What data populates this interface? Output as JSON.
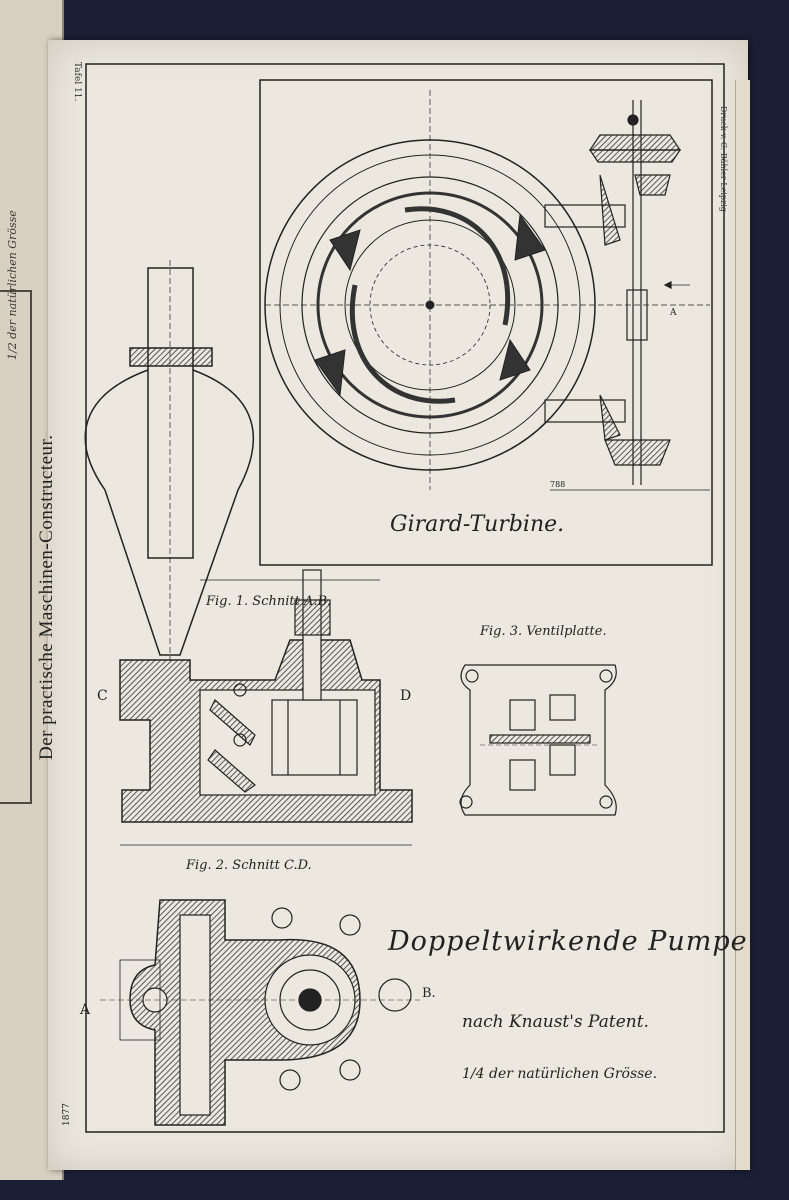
{
  "plate": {
    "series_title": "Der practische Maschinen-Constructeur.",
    "tafel": "Tafel 11.",
    "printer": "Druck v. C. Bähler Leipzig",
    "page_mark": "1877"
  },
  "turbine": {
    "title": "Girard-Turbine.",
    "label_a": "A",
    "dim_bottom": "788"
  },
  "pump": {
    "fig1_title": "Fig. 1. Schnitt A.B.",
    "fig2_title": "Fig. 2. Schnitt C.D.",
    "fig3_title": "Fig. 3. Ventilplatte.",
    "label_c": "C",
    "label_d": "D",
    "label_a": "A",
    "label_b": "B.",
    "main_title": "Doppeltwirkende Pumpe",
    "subtitle": "nach Knaust's Patent.",
    "scale": "1/4 der natürlichen Grösse."
  },
  "left_page": {
    "margin_text": "1/2 der natürlichen Grösse"
  },
  "colors": {
    "paper": "#ece8df",
    "ink": "#222222",
    "background": "#1b1f36"
  }
}
